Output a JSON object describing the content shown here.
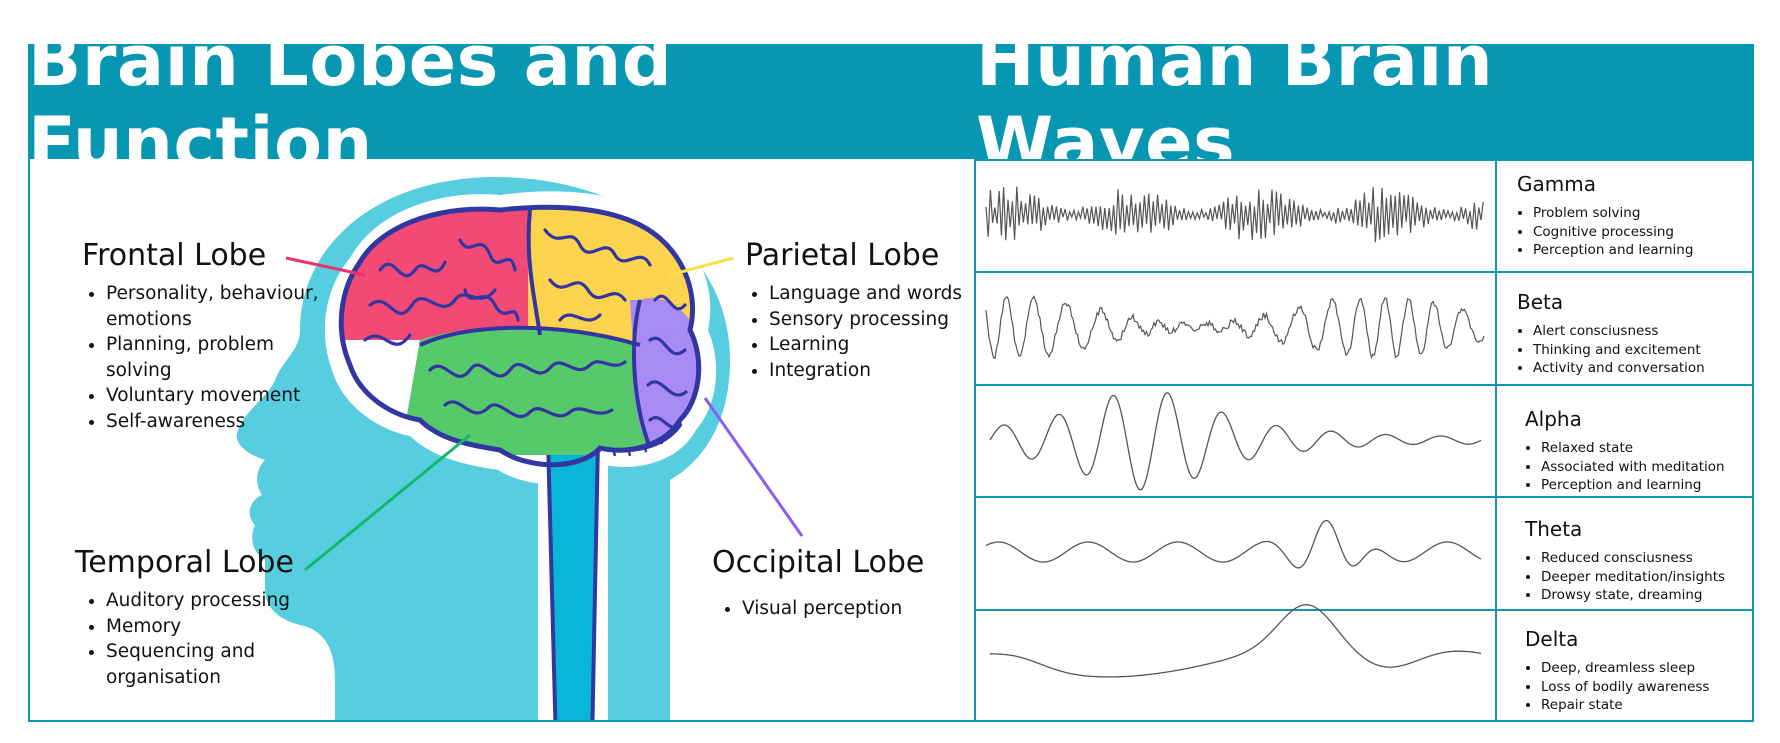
{
  "left_panel": {
    "title": "Brain Lobes and Function",
    "lobes": [
      {
        "name": "Frontal Lobe",
        "color": "#f24a74",
        "functions": [
          "Personality, behaviour, emotions",
          "Planning, problem solving",
          "Voluntary movement",
          "Self-awareness"
        ]
      },
      {
        "name": "Parietal Lobe",
        "color": "#fcd34d",
        "functions": [
          "Language and words",
          "Sensory processing",
          "Learning",
          "Integration"
        ]
      },
      {
        "name": "Temporal Lobe",
        "color": "#56c96a",
        "functions": [
          "Auditory processing",
          "Memory",
          "Sequencing and organisation"
        ]
      },
      {
        "name": "Occipital Lobe",
        "color": "#a98bf5",
        "functions": [
          "Visual perception"
        ]
      }
    ],
    "colors": {
      "head": "#57cde0",
      "brain_outline": "#3236a3",
      "cerebellum": "#f59a5a",
      "spine": "#0ab6d8"
    }
  },
  "right_panel": {
    "title": "Human Brain Waves",
    "waves": [
      {
        "name": "Gamma",
        "descriptions": [
          "Problem solving",
          "Cognitive processing",
          "Perception and learning"
        ]
      },
      {
        "name": "Beta",
        "descriptions": [
          "Alert consciusness",
          "Thinking and excitement",
          "Activity and conversation"
        ]
      },
      {
        "name": "Alpha",
        "descriptions": [
          "Relaxed state",
          "Associated with meditation",
          "Perception and learning"
        ]
      },
      {
        "name": "Theta",
        "descriptions": [
          "Reduced consciusness",
          "Deeper meditation/insights",
          "Drowsy state, dreaming"
        ]
      },
      {
        "name": "Delta",
        "descriptions": [
          "Deep, dreamless sleep",
          "Loss of bodily awareness",
          "Repair state"
        ]
      }
    ]
  },
  "accent_color": "#0897b2"
}
